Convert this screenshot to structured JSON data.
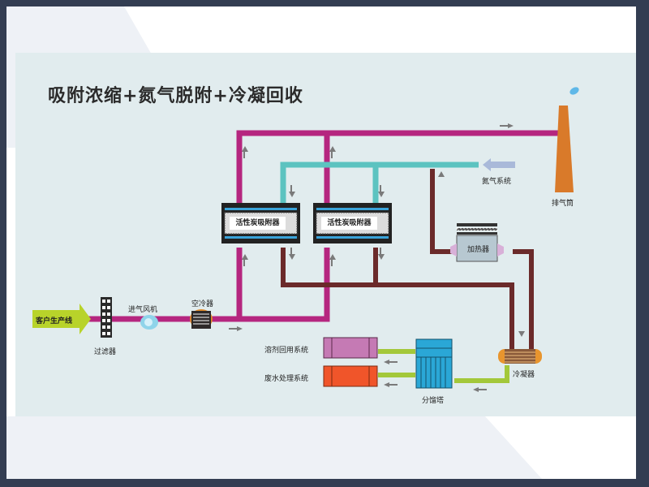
{
  "title": "吸附浓缩+氮气脱附+冷凝回收",
  "equipment": {
    "source": "客户生产线",
    "filter": "过滤器",
    "fan": "进气风机",
    "air_cooler": "空冷器",
    "adsorber_1": "活性炭吸附器",
    "adsorber_2": "活性炭吸附器",
    "nitrogen": "氮气系统",
    "stack": "排气筒",
    "heater": "加热器",
    "condenser": "冷凝器",
    "fractionator": "分馏塔",
    "solvent_reuse": "溶剂回用系统",
    "wastewater": "废水处理系统"
  },
  "colors": {
    "exhaust_line": "#b5267f",
    "nitrogen_line": "#5cc3c0",
    "desorb_line": "#6b2a2a",
    "liquid_line": "#a3c83a",
    "source_arrow": "#b8d32a",
    "stack": "#d97a2a",
    "nitrogen_arrow": "#a9b9d9"
  }
}
